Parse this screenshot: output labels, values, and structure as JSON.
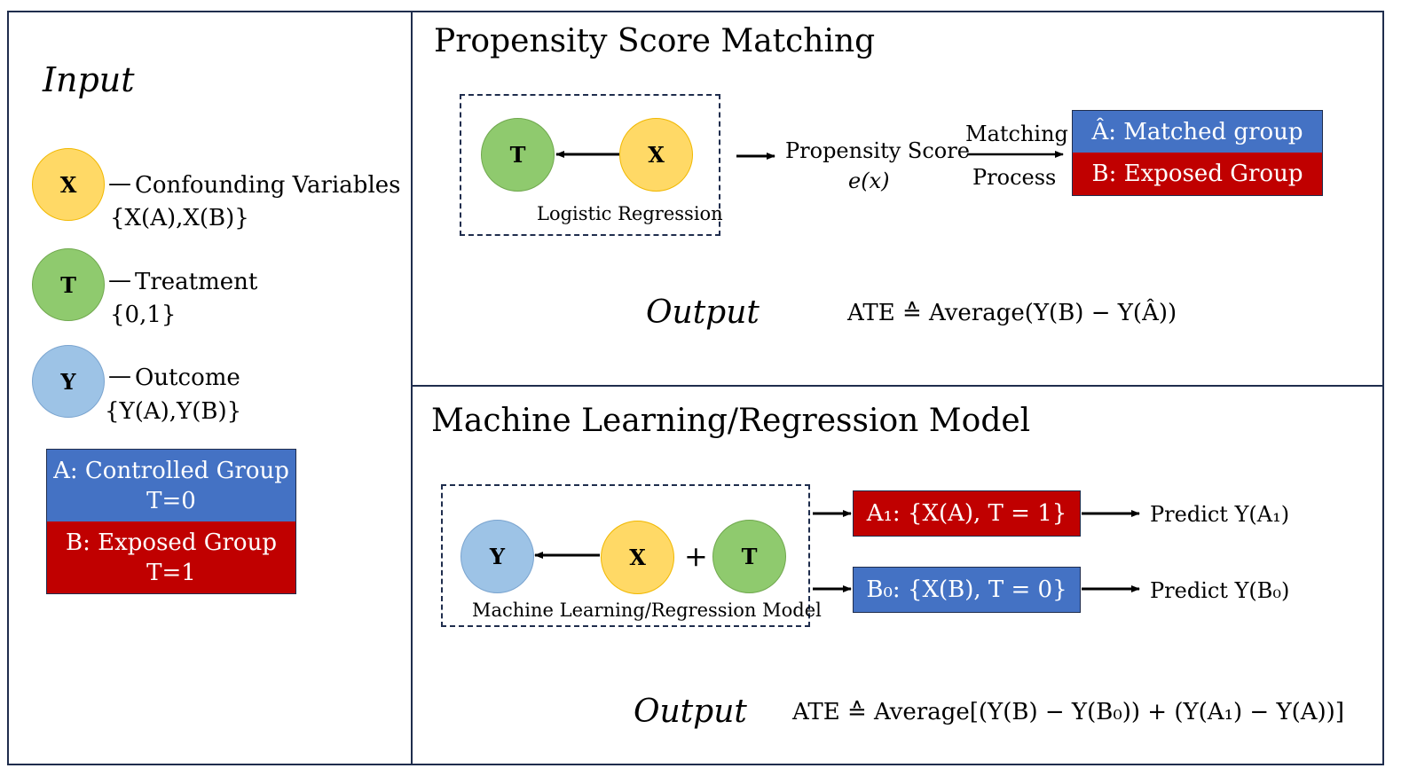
{
  "input": {
    "title": "Input",
    "nodes": [
      {
        "letter": "X",
        "label": "Confounding Variables",
        "detail": "{X(A),X(B)}"
      },
      {
        "letter": "T",
        "label": "Treatment",
        "detail": "{0,1}"
      },
      {
        "letter": "Y",
        "label": "Outcome",
        "detail": "{Y(A),Y(B)}"
      }
    ],
    "group_a": {
      "line1": "A: Controlled Group",
      "line2": "T=0"
    },
    "group_b": {
      "line1": "B: Exposed Group",
      "line2": "T=1"
    }
  },
  "psm": {
    "title": "Propensity Score Matching",
    "node_t": "T",
    "node_x": "X",
    "model_label": "Logistic Regression",
    "score_line1": "Propensity Score",
    "score_line2": "e(x)",
    "match_line1": "Matching",
    "match_line2": "Process",
    "matched_group": "Â: Matched group",
    "exposed_group": "B: Exposed Group",
    "output_label": "Output",
    "output_formula": "ATE ≙ Average(Y(B) − Y(Â))"
  },
  "ml": {
    "title": "Machine Learning/Regression Model",
    "node_y": "Y",
    "node_x": "X",
    "plus": "+",
    "node_t": "T",
    "model_label": "Machine Learning/Regression Model",
    "box_a1": "A₁: {X(A), T = 1}",
    "box_b0": "B₀: {X(B), T = 0}",
    "predict_a1": "Predict  Y(A₁)",
    "predict_b0": "Predict  Y(B₀)",
    "output_label": "Output",
    "output_formula": "ATE ≙ Average[(Y(B) − Y(B₀)) + (Y(A₁) − Y(A))]"
  },
  "colors": {
    "frame": "#1f2d4d",
    "yellow": "#ffd966",
    "green": "#8fca6e",
    "blue_node": "#9dc3e6",
    "blue_box": "#4472c4",
    "red_box": "#c00000"
  }
}
